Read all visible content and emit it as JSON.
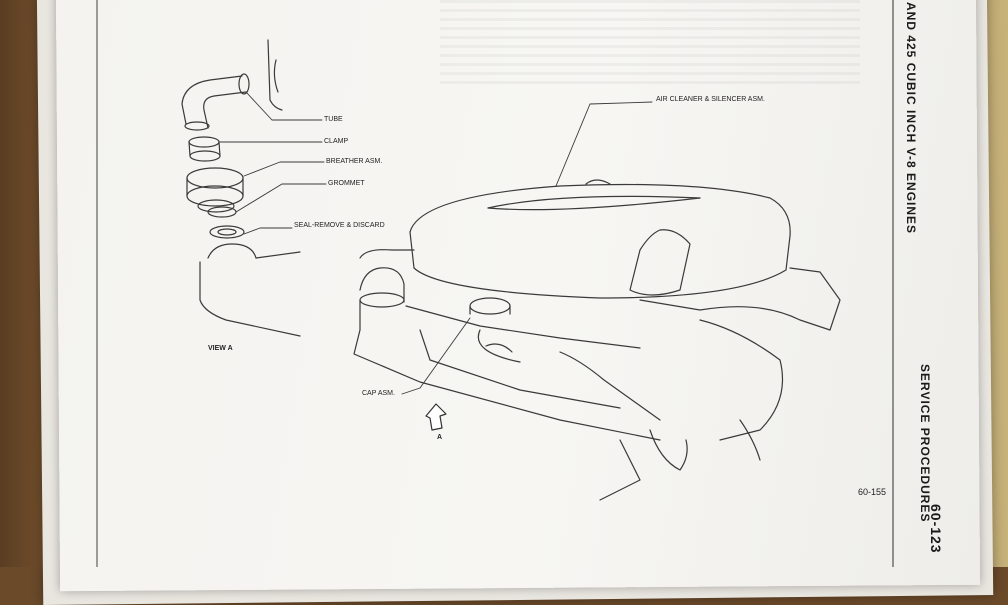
{
  "header": {
    "running_title": "AND 425 CUBIC INCH V-8 ENGINES",
    "section": "SERVICE PROCEDURES",
    "page_number": "60-123"
  },
  "figure": {
    "number": "60-155",
    "labels": {
      "tube": "TUBE",
      "clamp": "CLAMP",
      "breather": "BREATHER ASM.",
      "grommet": "GROMMET",
      "seal": "SEAL-REMOVE & DISCARD",
      "air_cleaner": "AIR CLEANER & SILENCER ASM.",
      "cap": "CAP ASM.",
      "view": "VIEW A",
      "arrow_marker": "A"
    }
  }
}
